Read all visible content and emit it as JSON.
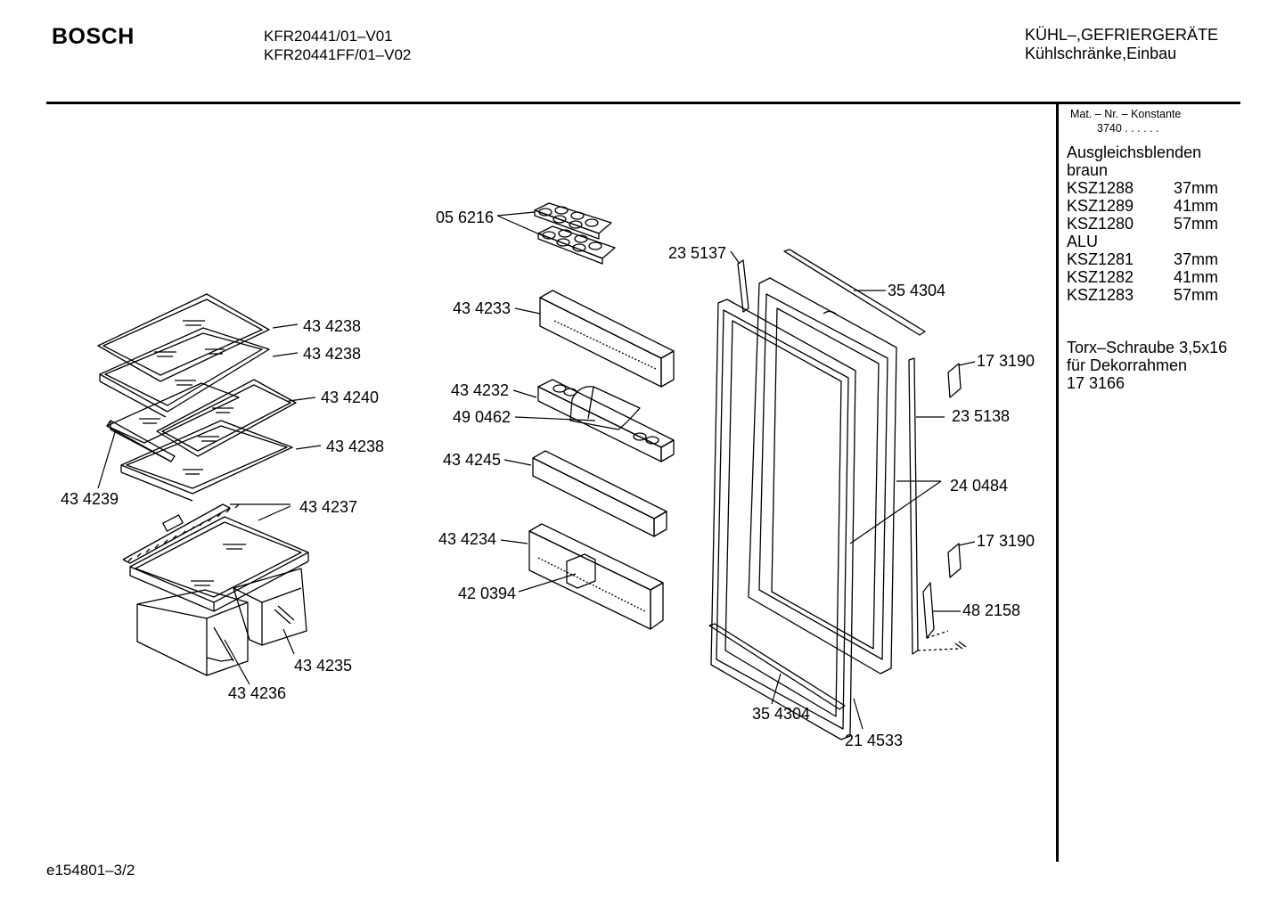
{
  "header": {
    "brand": "BOSCH",
    "models": [
      "KFR20441/01–V01",
      "KFR20441FF/01–V02"
    ],
    "category": "KÜHL–,GEFRIERGERÄTE",
    "subcategory": "Kühlschränke,Einbau"
  },
  "sidebar": {
    "mat_label": "Mat. – Nr. – Konstante",
    "mat_value": "3740 . .  . . . .",
    "group1_title": "Ausgleichsblenden",
    "group1_sub": "braun",
    "group1": [
      {
        "code": "KSZ1288",
        "size": "37mm"
      },
      {
        "code": "KSZ1289",
        "size": "41mm"
      },
      {
        "code": "KSZ1280",
        "size": "57mm"
      }
    ],
    "group2_title": "ALU",
    "group2": [
      {
        "code": "KSZ1281",
        "size": "37mm"
      },
      {
        "code": "KSZ1282",
        "size": "41mm"
      },
      {
        "code": "KSZ1283",
        "size": "57mm"
      }
    ],
    "torx_line1": "Torx–Schraube 3,5x16",
    "torx_line2": "für Dekorrahmen",
    "torx_line3": "17 3166"
  },
  "parts": [
    {
      "id": "p1",
      "label": "43 4238"
    },
    {
      "id": "p2",
      "label": "43 4238"
    },
    {
      "id": "p3",
      "label": "43 4240"
    },
    {
      "id": "p4",
      "label": "43 4238"
    },
    {
      "id": "p5",
      "label": "43 4239"
    },
    {
      "id": "p6",
      "label": "43 4237"
    },
    {
      "id": "p7",
      "label": "43 4235"
    },
    {
      "id": "p8",
      "label": "43 4236"
    },
    {
      "id": "p9",
      "label": "05 6216"
    },
    {
      "id": "p10",
      "label": "43 4233"
    },
    {
      "id": "p11",
      "label": "43 4232"
    },
    {
      "id": "p12",
      "label": "49 0462"
    },
    {
      "id": "p13",
      "label": "43 4245"
    },
    {
      "id": "p14",
      "label": "43 4234"
    },
    {
      "id": "p15",
      "label": "42 0394"
    },
    {
      "id": "p16",
      "label": "23 5137"
    },
    {
      "id": "p17",
      "label": "35 4304"
    },
    {
      "id": "p18",
      "label": "17 3190"
    },
    {
      "id": "p19",
      "label": "23 5138"
    },
    {
      "id": "p20",
      "label": "24 0484"
    },
    {
      "id": "p21",
      "label": "17 3190"
    },
    {
      "id": "p22",
      "label": "48 2158"
    },
    {
      "id": "p23",
      "label": "35 4304"
    },
    {
      "id": "p24",
      "label": "21 4533"
    }
  ],
  "footer": {
    "doc_number": "e154801–3/2"
  }
}
